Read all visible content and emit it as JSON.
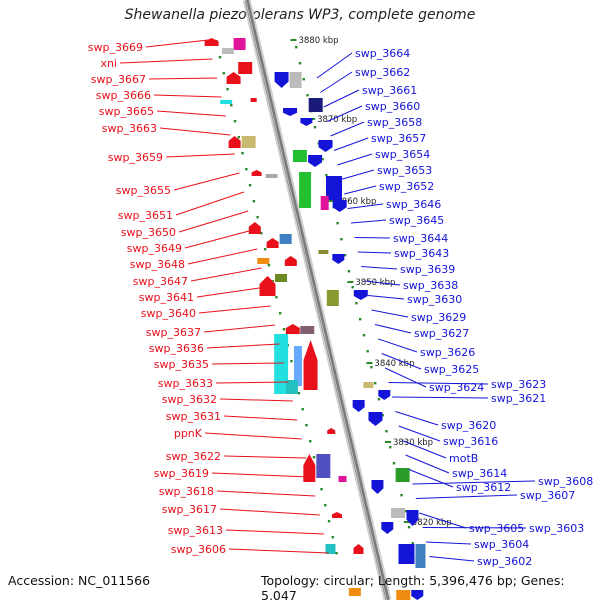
{
  "title": "Shewanella piezotolerans WP3, complete genome",
  "accession_label": "Accession: NC_011566",
  "topology_label": "Topology: circular; Length: 5,396,476 bp; Genes: 5,047",
  "colors": {
    "left_strand": "#e8101a",
    "right_strand": "#1414d8",
    "backbone": "#7a7a7a",
    "tick": "#2a8a2a"
  },
  "kbp_marks": [
    "3880 kbp",
    "3870 kbp",
    "3860 kbp",
    "3850 kbp",
    "3840 kbp",
    "3830 kbp",
    "3820 kbp"
  ],
  "left_labels": [
    "swp_3669",
    "xni",
    "swp_3667",
    "swp_3666",
    "swp_3665",
    "swp_3663",
    "swp_3659",
    "swp_3655",
    "swp_3651",
    "swp_3650",
    "swp_3649",
    "swp_3648",
    "swp_3647",
    "swp_3641",
    "swp_3640",
    "swp_3637",
    "swp_3636",
    "swp_3635",
    "swp_3633",
    "swp_3632",
    "swp_3631",
    "ppnK",
    "swp_3622",
    "swp_3619",
    "swp_3618",
    "swp_3617",
    "swp_3613",
    "swp_3606"
  ],
  "right_labels": [
    "swp_3664",
    "swp_3662",
    "swp_3661",
    "swp_3660",
    "swp_3658",
    "swp_3657",
    "swp_3654",
    "swp_3653",
    "swp_3652",
    "swp_3646",
    "swp_3645",
    "swp_3644",
    "swp_3643",
    "swp_3639",
    "swp_3638",
    "swp_3630",
    "swp_3629",
    "swp_3627",
    "swp_3626",
    "swp_3625",
    "swp_3624",
    "swp_3623",
    "swp_3621",
    "swp_3620",
    "swp_3616",
    "motB",
    "swp_3614",
    "swp_3612",
    "swp_3608",
    "swp_3607",
    "swp_3605",
    "swp_3603",
    "swp_3604",
    "swp_3602"
  ]
}
